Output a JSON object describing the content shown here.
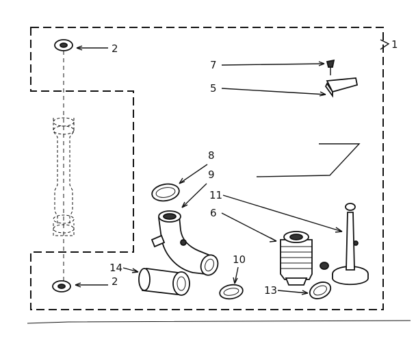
{
  "callouts": {
    "assembly": "1",
    "washer_top": "2",
    "washer_bottom": "2",
    "screw": "7",
    "bracket": "5",
    "seal_ring": "8",
    "elbow": "9",
    "valve_stem": "11",
    "nut": "6",
    "ring_small": "10",
    "hose_coupler": "14",
    "gasket": "13"
  }
}
